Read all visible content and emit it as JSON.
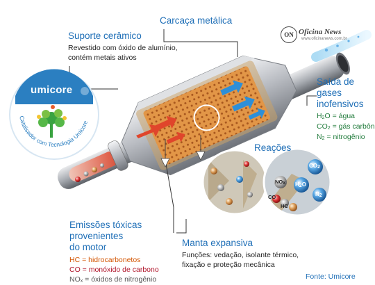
{
  "labels": {
    "carcaca": {
      "title": "Carcaça metálica"
    },
    "suporte": {
      "title": "Suporte cerâmico",
      "desc": [
        "Revestido com óxido de alumínio,",
        "contém metais ativos"
      ]
    },
    "saida": {
      "title": [
        "Saída de",
        "gases",
        "inofensivos"
      ],
      "items": [
        {
          "pre": "H",
          "sub": "2",
          "post": "O = água"
        },
        {
          "pre": "CO",
          "sub": "2",
          "post": " = gás carbônico"
        },
        {
          "pre": "N",
          "sub": "2",
          "post": " = nitrogênio"
        }
      ]
    },
    "reacoes": {
      "title": "Reações"
    },
    "emissoes": {
      "title": [
        "Emissões tóxicas",
        "provenientes",
        "do motor"
      ],
      "items": [
        {
          "text": "HC = hidrocarbonetos"
        },
        {
          "text": "CO = monóxido de carbono"
        },
        {
          "pre": "NO",
          "sub": "x",
          "post": " = óxidos de nitrogênio"
        }
      ]
    },
    "manta": {
      "title": "Manta expansiva",
      "desc": [
        "Funções: vedação, isolante térmico,",
        "fixação e proteção mecânica"
      ]
    }
  },
  "reaction_molecules": [
    {
      "pre": "CO",
      "sub": "2"
    },
    {
      "pre": "H",
      "sub": "2",
      "post": "O"
    },
    {
      "pre": "N",
      "sub": "2"
    },
    {
      "pre": "NO",
      "sub": "x"
    },
    {
      "text": "CO"
    },
    {
      "text": "HC"
    }
  ],
  "logo": {
    "name": "umicore",
    "ring_text": "Catalisador com Tecnologia Umicore"
  },
  "watermark": {
    "initials": "ON",
    "name": "Oficina News",
    "url": "www.oficinanews.com.br"
  },
  "source": "Fonte: Umicore",
  "colors": {
    "heading": "#1f6fb7",
    "body_text": "#222222",
    "gas_list": "#1f7a3a",
    "hc": "#d35400",
    "co": "#b0162b",
    "logo_blue": "#2b7fc1",
    "logo_green": "#3aa341",
    "ceramic": "#d9893b"
  }
}
